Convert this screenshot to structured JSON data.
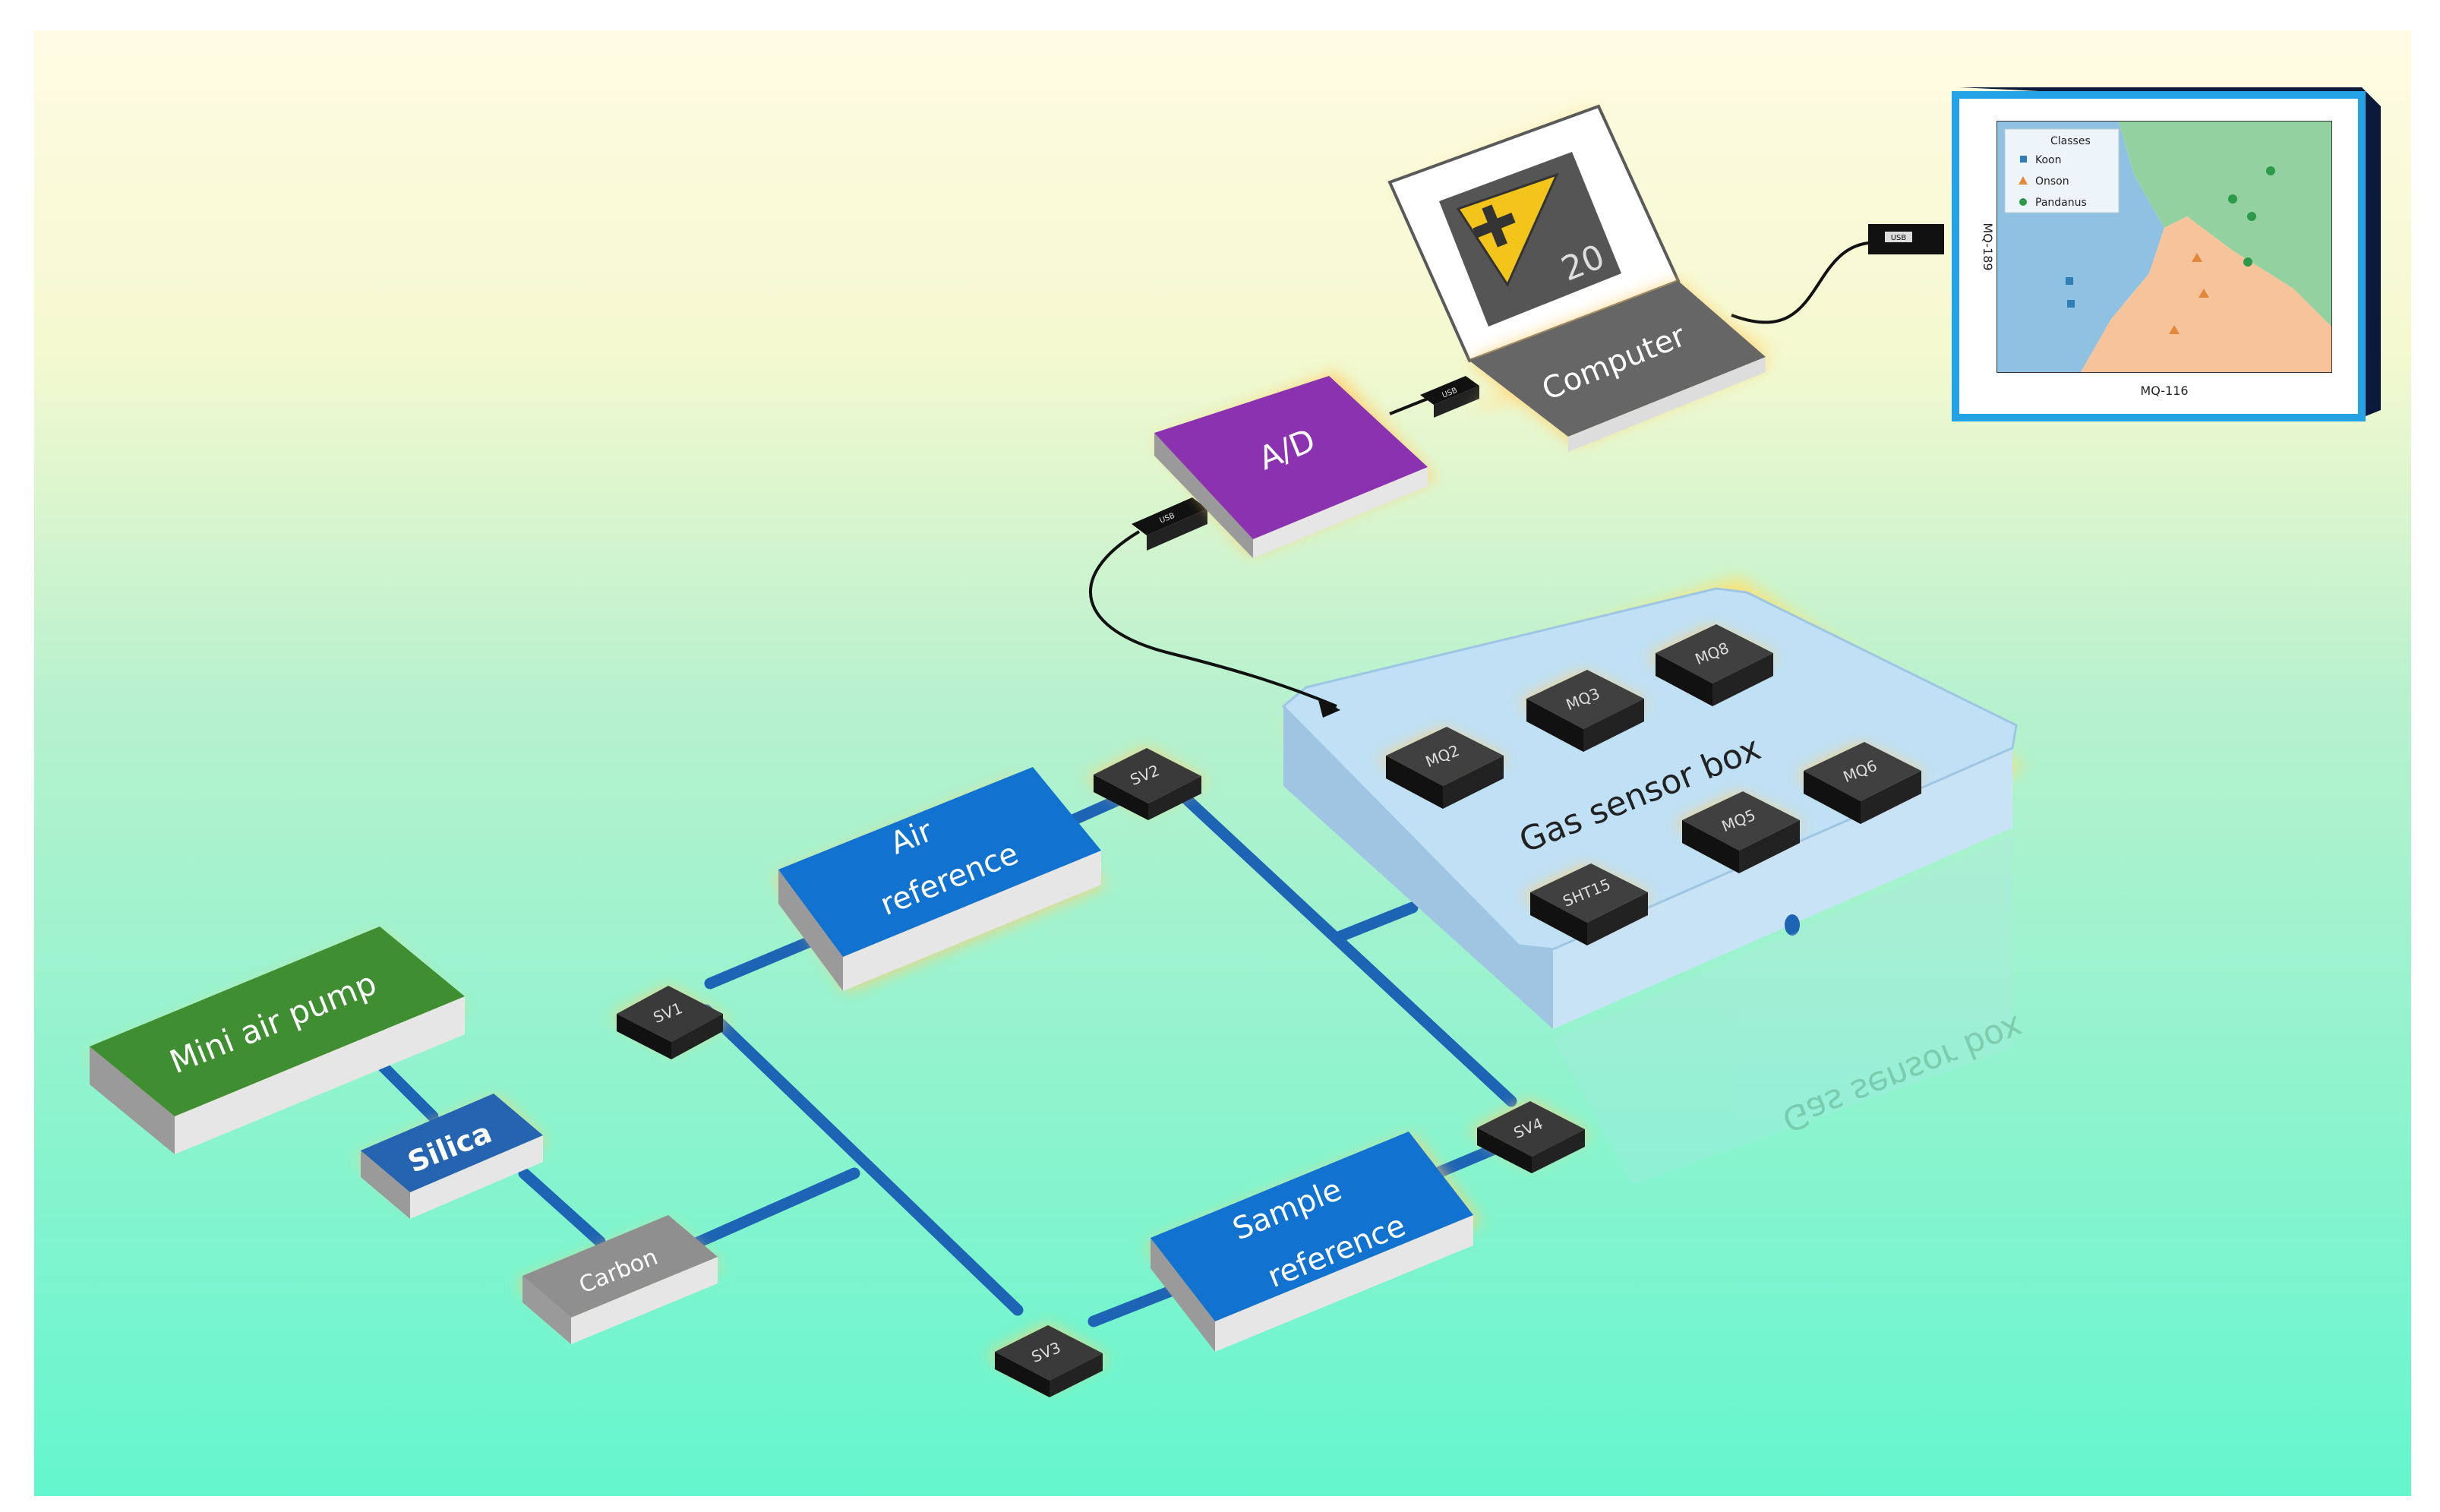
{
  "blocks": {
    "pump": "Mini air pump",
    "silica": "Silica",
    "carbon": "Carbon",
    "air_ref_line1": "Air",
    "air_ref_line2": "reference",
    "sample_ref_line1": "Sample",
    "sample_ref_line2": "reference",
    "ad": "A/D",
    "computer": "Computer",
    "labview_number": "20"
  },
  "valves": [
    "SV1",
    "SV2",
    "SV3",
    "SV4"
  ],
  "sensor_box": {
    "title": "Gas sensor box",
    "reflection": "Gas sensor box",
    "sensors": [
      "MQ2",
      "MQ3",
      "MQ8",
      "MQ6",
      "MQ5",
      "SHT15"
    ]
  },
  "usb_label": "USB",
  "plot": {
    "legend_title": "Classes",
    "legend": [
      {
        "name": "Koon",
        "color": "#2f7fb6",
        "marker": "square"
      },
      {
        "name": "Onson",
        "color": "#e3873a",
        "marker": "triangle"
      },
      {
        "name": "Pandanus",
        "color": "#2d9a4a",
        "marker": "circle"
      }
    ],
    "xlabel": "MQ-116",
    "ylabel": "MQ-189"
  },
  "colors": {
    "pump": "#3f8f32",
    "silica": "#2464b0",
    "carbon": "#8f8f8f",
    "reference": "#1173cf",
    "ad": "#8a32b0",
    "tube": "#1e64b4",
    "box_top": "#bfe0f5",
    "valve": "#2b2b2b",
    "glow": "#ffd37a"
  }
}
